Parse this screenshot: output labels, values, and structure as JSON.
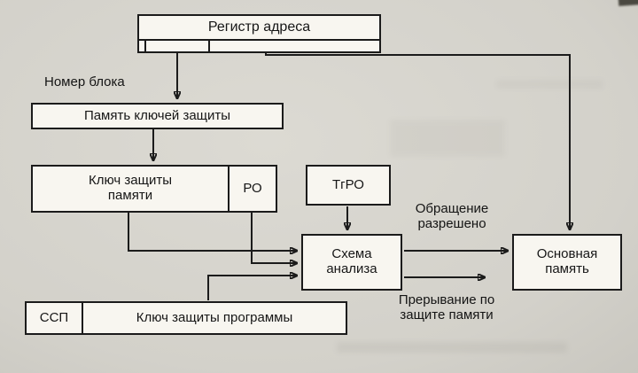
{
  "figure": {
    "boxes": {
      "address_register": "Регистр адреса",
      "protection_keys_memory": "Память ключей защиты",
      "memory_protection_key": "Ключ защиты памяти",
      "ro": "РО",
      "tgro": "ТгРО",
      "analysis_scheme": "Схема анализа",
      "main_memory": "Основная память",
      "ssp": "ССП",
      "program_protection_key": "Ключ защиты программы"
    },
    "labels": {
      "block_number": "Номер блока",
      "access_allowed": "Обращение разрешено",
      "memory_protect_interrupt": "Прерывание по защите памяти"
    },
    "colors": {
      "ink": "#1b1b1b",
      "paper": "#d4d2cb",
      "box_fill": "#f8f6f0"
    }
  }
}
